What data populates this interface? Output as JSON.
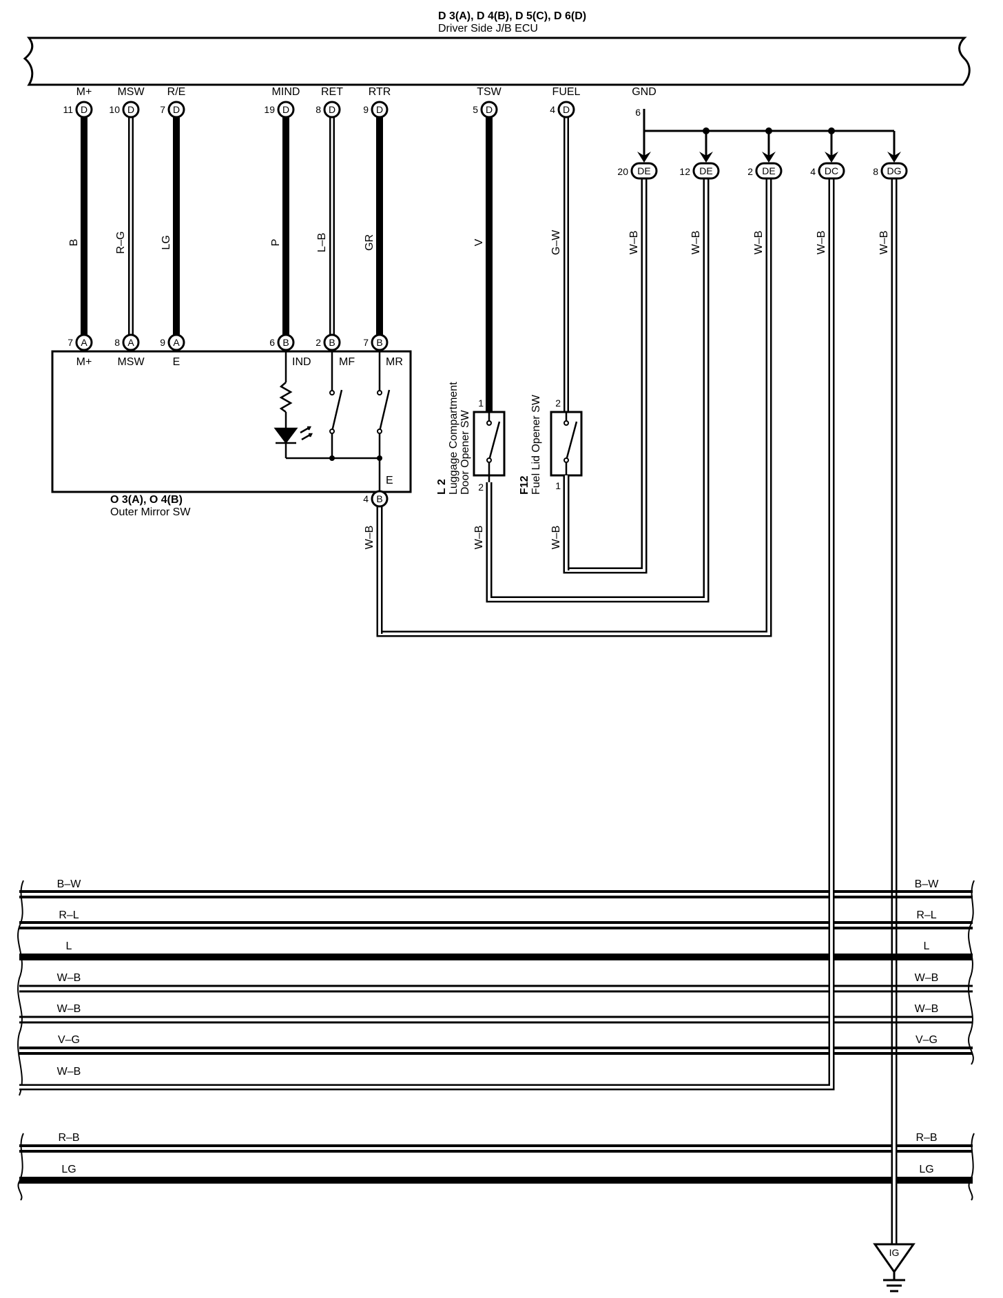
{
  "ecu": {
    "title": "D 3(A), D 4(B), D 5(C), D 6(D)",
    "subtitle": "Driver Side J/B ECU",
    "terminals": [
      {
        "name": "M+",
        "pin": "11",
        "conn": "D",
        "wire": "B",
        "style": "thick"
      },
      {
        "name": "MSW",
        "pin": "10",
        "conn": "D",
        "wire": "R–G",
        "style": "double"
      },
      {
        "name": "R/E",
        "pin": "7",
        "conn": "D",
        "wire": "LG",
        "style": "thick"
      },
      {
        "name": "MIND",
        "pin": "19",
        "conn": "D",
        "wire": "P",
        "style": "thick"
      },
      {
        "name": "RET",
        "pin": "8",
        "conn": "D",
        "wire": "L–B",
        "style": "double"
      },
      {
        "name": "RTR",
        "pin": "9",
        "conn": "D",
        "wire": "GR",
        "style": "thick"
      },
      {
        "name": "TSW",
        "pin": "5",
        "conn": "D",
        "wire": "V",
        "style": "thick"
      },
      {
        "name": "FUEL",
        "pin": "4",
        "conn": "D",
        "wire": "G–W",
        "style": "double"
      }
    ],
    "gnd": {
      "name": "GND",
      "pin": "6"
    }
  },
  "ground_connectors": [
    {
      "pin": "20",
      "conn": "DE",
      "wire": "W–B"
    },
    {
      "pin": "12",
      "conn": "DE",
      "wire": "W–B"
    },
    {
      "pin": "2",
      "conn": "DE",
      "wire": "W–B"
    },
    {
      "pin": "4",
      "conn": "DC",
      "wire": "W–B"
    },
    {
      "pin": "8",
      "conn": "DG",
      "wire": "W–B"
    }
  ],
  "mirror_switch": {
    "title": "O 3(A), O 4(B)",
    "subtitle": "Outer Mirror SW",
    "pins": [
      {
        "pin": "7",
        "conn": "A",
        "label": "M+"
      },
      {
        "pin": "8",
        "conn": "A",
        "label": "MSW"
      },
      {
        "pin": "9",
        "conn": "A",
        "label": "E"
      },
      {
        "pin": "6",
        "conn": "B",
        "label": "IND"
      },
      {
        "pin": "2",
        "conn": "B",
        "label": "MF"
      },
      {
        "pin": "7",
        "conn": "B",
        "label": "MR"
      }
    ],
    "ground_pin": {
      "pin": "4",
      "conn": "B",
      "label": "E",
      "wire": "W–B"
    }
  },
  "luggage_switch": {
    "code": "L 2",
    "name_line1": "Luggage Compartment",
    "name_line2": "Door Opener SW",
    "pin_top": "1",
    "pin_bottom": "2",
    "wire": "W–B"
  },
  "fuel_switch": {
    "code": "F12",
    "name": "Fuel Lid Opener SW",
    "pin_top": "2",
    "pin_bottom": "1",
    "wire": "W–B"
  },
  "harness_group_1": [
    {
      "left": "B–W",
      "right": "B–W",
      "style": "thick-pair"
    },
    {
      "left": "R–L",
      "right": "R–L",
      "style": "thick-pair"
    },
    {
      "left": "L",
      "right": "L",
      "style": "thick"
    },
    {
      "left": "W–B",
      "right": "W–B",
      "style": "double"
    },
    {
      "left": "W–B",
      "right": "W–B",
      "style": "double"
    },
    {
      "left": "V–G",
      "right": "V–G",
      "style": "thick-pair"
    },
    {
      "left": "W–B",
      "right": "",
      "style": "double"
    }
  ],
  "harness_group_2": [
    {
      "left": "R–B",
      "right": "R–B",
      "style": "thick-pair"
    },
    {
      "left": "LG",
      "right": "LG",
      "style": "thick"
    }
  ],
  "ground_symbol": {
    "label": "IG"
  }
}
